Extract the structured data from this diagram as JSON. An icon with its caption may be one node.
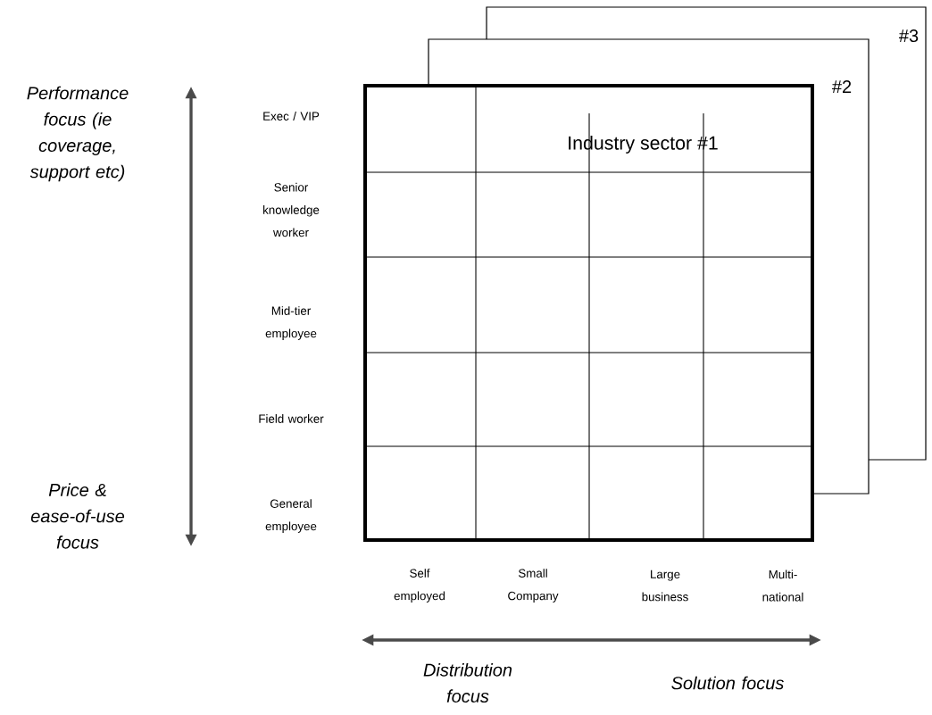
{
  "diagram": {
    "nodes": [
      {
        "text": [
          "Industry sector #1"
        ]
      }
    ],
    "labels": [
      "#3",
      "#2",
      "Performance focus (ie coverage, support etc)",
      "Exec / VIP",
      "Senior knowledge worker",
      "Mid-tier employee",
      "Field worker",
      "Price & ease-of-use focus",
      "General employee",
      "Self employed",
      "Small Company",
      "Large business",
      "Multi-national",
      "Distribution focus",
      "Solution focus"
    ]
  }
}
